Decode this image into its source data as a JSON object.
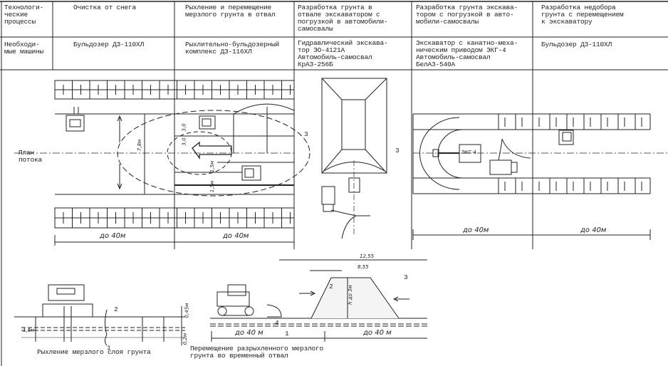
{
  "table": {
    "row_labels": {
      "processes": "Технологи-\nческие\nпроцессы",
      "machines": "Необходи-\nмые машины",
      "plan": "План\nпотока"
    },
    "columns": [
      {
        "process": "Очистка от снега",
        "machines": "Бульдозер ДЗ-110ХЛ"
      },
      {
        "process": "Рыхление и перемещение\nмерзлого грунта в отвал",
        "machines": "Рыхлительно-бульдозерный\nкомплекс ДЗ-116ХЛ"
      },
      {
        "process": "Разработка грунта в\nотвале экскаватором с\nпогрузкой в автомобили-\nсамосвалы",
        "machines": "Гидравлический экскава-\nтор ЭО-4121А\nАвтомобиль-самосвал\nКрАЗ-256Б"
      },
      {
        "process": "Разработка грунта экскава-\nтором с погрузкой в авто-\nмобили-самосвалы",
        "machines": "Экскаватор с канатно-меха-\nническим приводом ЭКГ-4\nАвтомобиль-самосвал\nБелАЗ-540А"
      },
      {
        "process": "Разработка недобора\nгрунта с перемещением\nк экскаватору",
        "machines": "Бульдозер ДЗ-110ХЛ"
      }
    ]
  },
  "plan": {
    "dimensions": [
      "до 40м",
      "до 40м",
      "до 40м",
      "до 40м"
    ],
    "road_width": "7,8м",
    "lane_dims": [
      "3,0",
      "3,0",
      "1,5м",
      "1,5м"
    ],
    "label_3a": "3",
    "label_3b": "3",
    "excavator_label": "ЭКГ-4"
  },
  "sections": {
    "left": {
      "caption": "Рыхление мерзлого слоя грунта",
      "label_1": "1",
      "label_2": "2",
      "depth": "1,5м",
      "dim_top": "0,45м",
      "dim_bottom": "0,2м"
    },
    "right": {
      "caption": "Перемещение разрыхленного мерзлого\nгрунта во временный отвал",
      "width_bottom": "12,55",
      "width_top": "8,55",
      "height": "h до 3м",
      "label_1": "1",
      "label_2": "2",
      "label_3": "3",
      "label_4": "4",
      "dim_left": "до 40 м",
      "dim_right": "до 40 м"
    }
  }
}
